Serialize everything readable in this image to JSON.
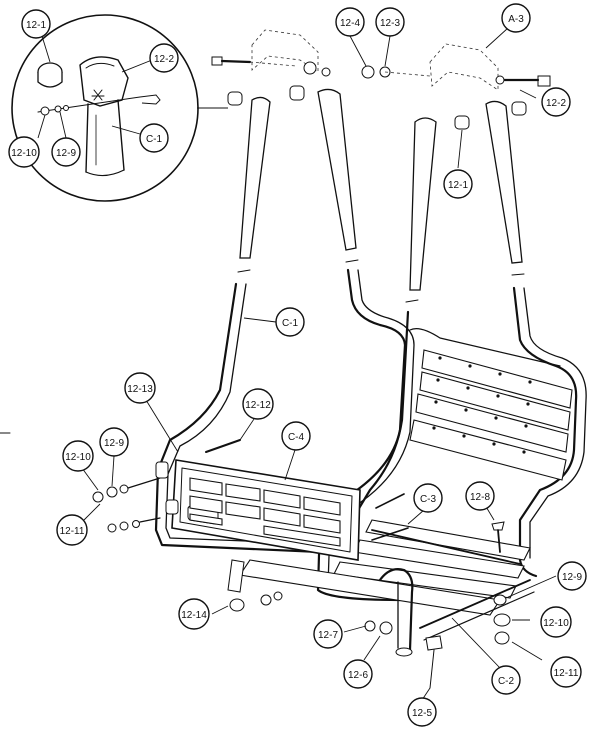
{
  "diagram": {
    "callouts": [
      {
        "id": "c1",
        "label": "12-1"
      },
      {
        "id": "c2",
        "label": "12-2"
      },
      {
        "id": "c3",
        "label": "12-10"
      },
      {
        "id": "c4",
        "label": "12-9"
      },
      {
        "id": "c5",
        "label": "C-1"
      },
      {
        "id": "c6",
        "label": "12-4"
      },
      {
        "id": "c7",
        "label": "12-3"
      },
      {
        "id": "c8",
        "label": "A-3"
      },
      {
        "id": "c9",
        "label": "12-2"
      },
      {
        "id": "c10",
        "label": "12-1"
      },
      {
        "id": "c11",
        "label": "C-1"
      },
      {
        "id": "c12",
        "label": "12-13"
      },
      {
        "id": "c13",
        "label": "12-12"
      },
      {
        "id": "c14",
        "label": "C-4"
      },
      {
        "id": "c15",
        "label": "12-9"
      },
      {
        "id": "c16",
        "label": "12-10"
      },
      {
        "id": "c17",
        "label": "12-11"
      },
      {
        "id": "c18",
        "label": "C-3"
      },
      {
        "id": "c19",
        "label": "12-8"
      },
      {
        "id": "c20",
        "label": "12-9"
      },
      {
        "id": "c21",
        "label": "12-10"
      },
      {
        "id": "c22",
        "label": "12-11"
      },
      {
        "id": "c23",
        "label": "12-14"
      },
      {
        "id": "c24",
        "label": "12-7"
      },
      {
        "id": "c25",
        "label": "12-6"
      },
      {
        "id": "c26",
        "label": "C-2"
      },
      {
        "id": "c27",
        "label": "12-5"
      }
    ]
  }
}
